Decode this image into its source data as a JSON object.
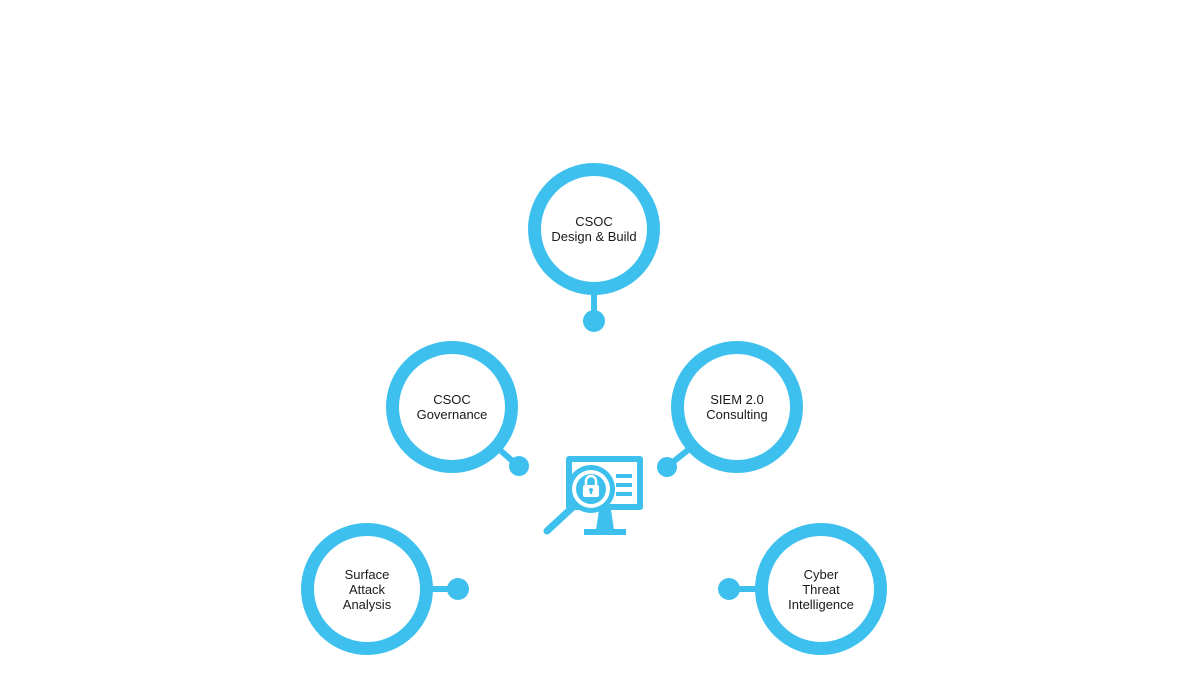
{
  "colors": {
    "accent": "#3ec0ef",
    "text": "#1a1a1a",
    "background": "#ffffff"
  },
  "center_icon": "monitor-lock-search-icon",
  "nodes": {
    "csoc_design": {
      "line1": "CSOC",
      "line2": "Design & Build"
    },
    "csoc_governance": {
      "line1": "CSOC",
      "line2": "Governance"
    },
    "siem": {
      "line1": "SIEM 2.0",
      "line2": "Consulting"
    },
    "surface_attack": {
      "line1": "Surface",
      "line2": "Attack",
      "line3": "Analysis"
    },
    "cyber_threat": {
      "line1": "Cyber",
      "line2": "Threat",
      "line3": "Intelligence"
    }
  }
}
